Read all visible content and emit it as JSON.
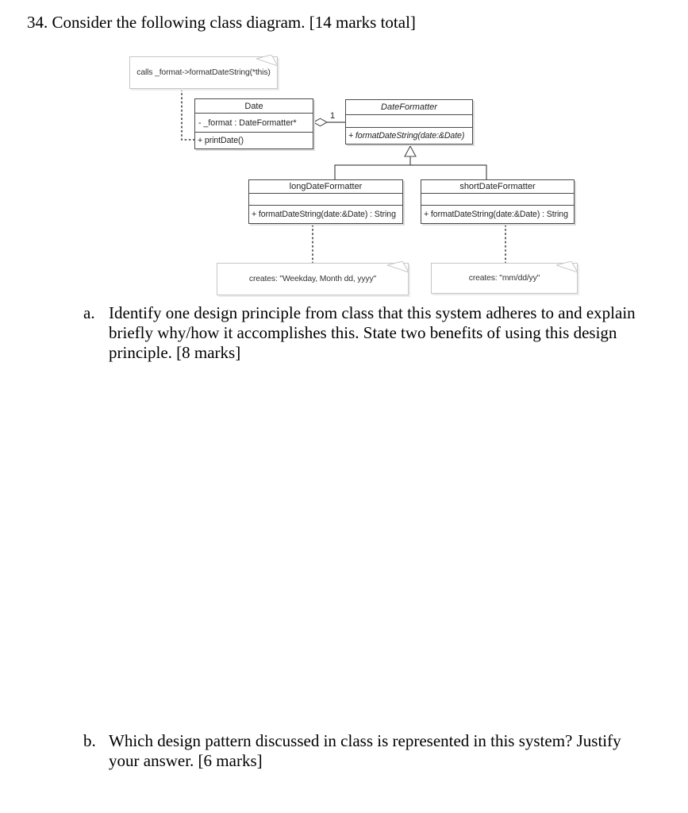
{
  "page": {
    "title": "34. Consider the following class diagram.  [14 marks total]"
  },
  "diagram": {
    "colors": {
      "class_border": "#4a4a4a",
      "note_border": "#c6c6c6",
      "connector": "#4a4a4a"
    },
    "call_note": "calls _format->formatDateString(*this)",
    "classes": {
      "date": {
        "name": "Date",
        "attribute": "- _format : DateFormatter*",
        "method": "+ printDate()"
      },
      "date_formatter": {
        "name": "DateFormatter",
        "attribute": "",
        "method": "+ formatDateString(date:&Date)"
      },
      "long_date_formatter": {
        "name": "longDateFormatter",
        "attribute": "",
        "method": "+ formatDateString(date:&Date) : String"
      },
      "short_date_formatter": {
        "name": "shortDateFormatter",
        "attribute": "",
        "method": "+ formatDateString(date:&Date) : String"
      }
    },
    "aggregation_multiplicity": "1",
    "long_note": "creates: \"Weekday, Month dd, yyyy\"",
    "short_note": "creates: \"mm/dd/yy\""
  },
  "questions": {
    "a": {
      "label": "a.",
      "text": "Identify one design principle from class that this system adheres to and explain briefly why/how it accomplishes this.  State two benefits of using this design principle. [8 marks]"
    },
    "b": {
      "label": "b.",
      "text": "Which design pattern discussed in class is represented in this system? Justify your answer. [6 marks]"
    }
  }
}
